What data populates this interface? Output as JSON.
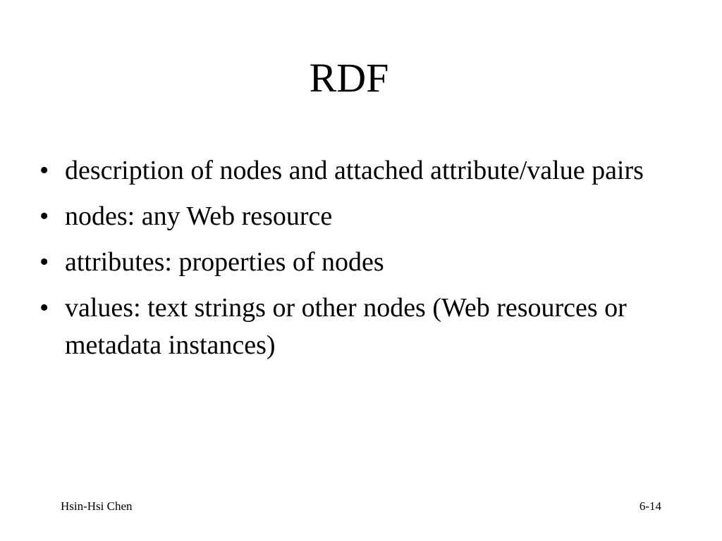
{
  "slide": {
    "title": "RDF",
    "bullet_symbol": "•",
    "bullets": [
      "description of nodes and attached attribute/value pairs",
      "nodes: any Web resource",
      "attributes: properties of nodes",
      "values: text strings or other nodes (Web resources or metadata instances)"
    ],
    "footer": {
      "author": "Hsin-Hsi Chen",
      "page": "6-14"
    }
  }
}
